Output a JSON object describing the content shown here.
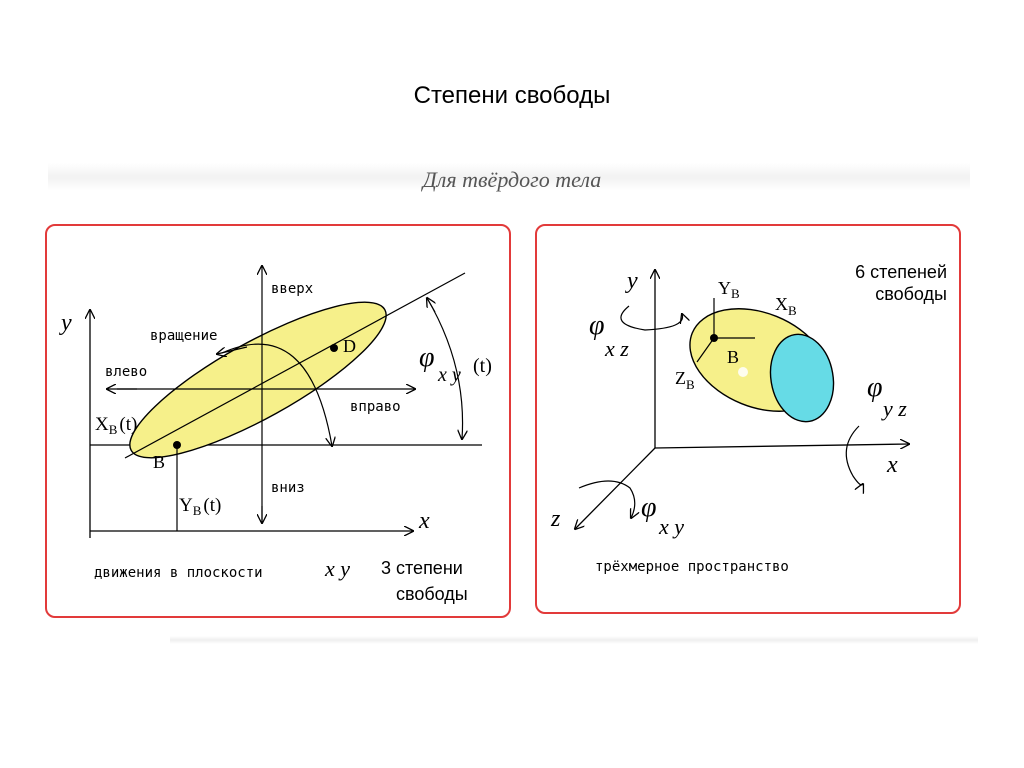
{
  "slide": {
    "title": "Степени свободы",
    "subtitle": "Для твёрдого тела"
  },
  "left_panel": {
    "axis_y": "y",
    "axis_x": "x",
    "label_up": "вверх",
    "label_down": "вниз",
    "label_left": "влево",
    "label_right": "вправо",
    "label_rotation": "вращение",
    "point_d": "D",
    "point_b": "B",
    "xb_base": "X",
    "xb_sub": "B",
    "xb_suffix": "(t)",
    "yb_base": "Y",
    "yb_sub": "B",
    "yb_suffix": "(t)",
    "phi": "φ",
    "phi_sub": "x y",
    "phi_suffix": "(t)",
    "caption_motion": "движения в плоскости",
    "caption_plane": "x y",
    "caption_dof_line1": "3 степени",
    "caption_dof_line2": "свободы"
  },
  "right_panel": {
    "axis_y": "y",
    "axis_x": "x",
    "axis_z": "z",
    "yb_base": "Y",
    "yb_sub": "B",
    "xb_base": "X",
    "xb_sub": "B",
    "zb_base": "Z",
    "zb_sub": "B",
    "point_b": "B",
    "phi": "φ",
    "phi_xz_sub": "x z",
    "phi_yz_sub": "y z",
    "phi_xy_sub": "x y",
    "dof_line1": "6 степеней",
    "dof_line2": "свободы",
    "caption": "трёхмерное пространство"
  },
  "colors": {
    "frame": "#e23a3a",
    "ellipse_fill": "#f6f08a",
    "face_fill": "#66dbe6",
    "ink": "#000000"
  }
}
